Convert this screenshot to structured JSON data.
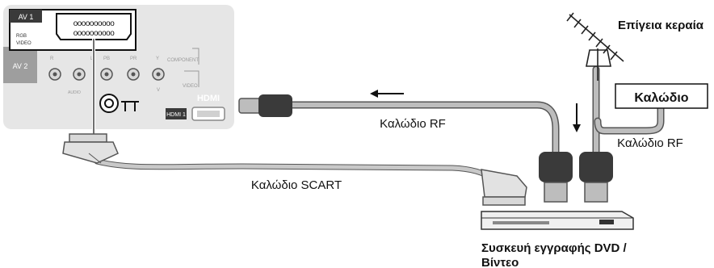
{
  "tv_panel": {
    "av1_label": "AV 1",
    "rgb_label": "RGB",
    "video_label_1": "VIDEO",
    "av2_label": "AV 2",
    "r_label": "R",
    "l_label": "L",
    "pb_label": "PB",
    "pr_label": "PR",
    "y_label": "Y",
    "audio_label": "AUDIO",
    "v_label": "V",
    "component_label": "COMPONENT",
    "video_label_2": "VIDEO",
    "hdmi_logo": "HDMI",
    "hdmi1_label": "HDMI 1",
    "scart_pins_top": "oooooooooo",
    "scart_pins_bottom": "oooooooooo"
  },
  "labels": {
    "antenna": "Επίγεια κεραία",
    "cable_box": "Καλώδιο",
    "rf_cable_top": "Καλώδιο RF",
    "rf_cable_right": "Καλώδιο RF",
    "scart_cable": "Καλώδιο SCART",
    "recorder_line1": "Συσκευή εγγραφής DVD /",
    "recorder_line2": "Βίντεο"
  },
  "colors": {
    "panel": "#e6e6e6",
    "panel_dark": "#cfcfcf",
    "cable": "#b0b0b0",
    "plug": "#3a3a3a",
    "ink": "#111111"
  },
  "icons": [
    "antenna-icon",
    "arrow-left-icon",
    "arrow-down-icon",
    "scart-plug-icon",
    "rf-plug-icon",
    "recorder-icon",
    "hdmi-port-icon"
  ]
}
